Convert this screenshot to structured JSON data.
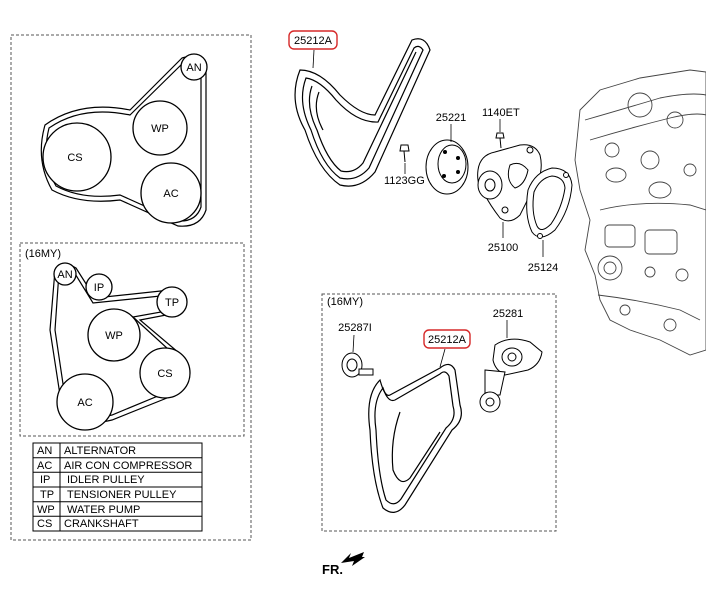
{
  "top_layout": {
    "pulleys": {
      "an": "AN",
      "wp": "WP",
      "cs": "CS",
      "ac": "AC"
    }
  },
  "my16_layout": {
    "title": "(16MY)",
    "pulleys": {
      "an": "AN",
      "ip": "IP",
      "tp": "TP",
      "wp": "WP",
      "cs": "CS",
      "ac": "AC"
    }
  },
  "legend": [
    {
      "code": "AN",
      "name": "ALTERNATOR"
    },
    {
      "code": "AC",
      "name": "AIR CON COMPRESSOR"
    },
    {
      "code": "IP",
      "name": "IDLER PULLEY"
    },
    {
      "code": "TP",
      "name": "TENSIONER PULLEY"
    },
    {
      "code": "WP",
      "name": "WATER PUMP"
    },
    {
      "code": "CS",
      "name": "CRANKSHAFT"
    }
  ],
  "parts": {
    "belt_main": "25212A",
    "water_pump_pulley": "25221",
    "bolt": "1140ET",
    "bolt_2": "1123GG",
    "water_pump": "25100",
    "gasket": "25124"
  },
  "my16_parts": {
    "title": "(16MY)",
    "idler": "25287I",
    "tensioner": "25281",
    "belt": "25212A"
  },
  "front_marker": "FR.",
  "colors": {
    "callout_border": "#d62828",
    "line": "#000000"
  }
}
